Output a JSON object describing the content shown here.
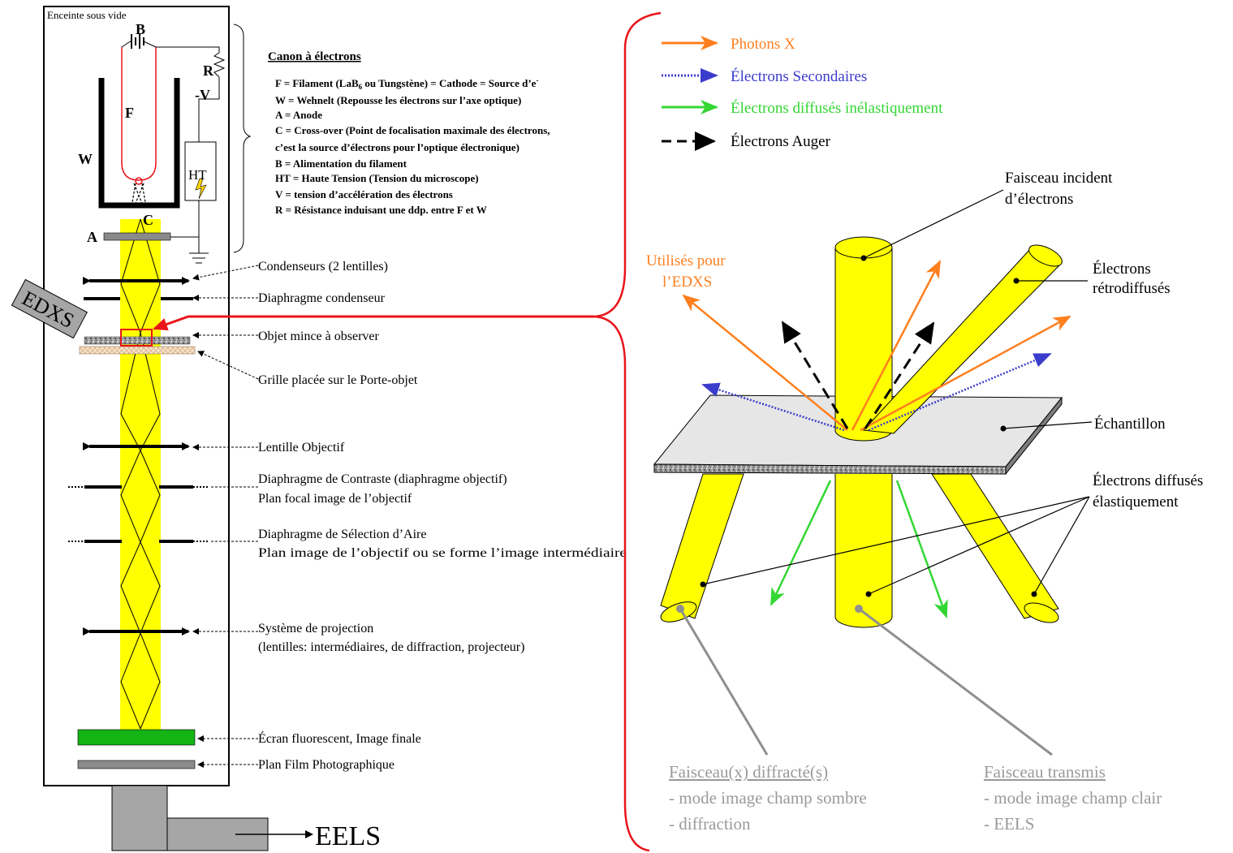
{
  "left": {
    "enclosure_label": "Enceinte sous vide",
    "letters": {
      "B": "B",
      "R": "R",
      "V": "-V",
      "F": "F",
      "W": "W",
      "HT": "HT",
      "C": "C",
      "A": "A"
    },
    "edxs_box": "EDXS",
    "eels": "EELS",
    "gun": {
      "title": "Canon à électrons",
      "lines": [
        {
          "key": "F",
          "text": " = Filament (LaB",
          "sub": "6",
          "rest": " ou Tungstène) = Cathode = Source d’e",
          "sup": "-"
        },
        {
          "key": "W",
          "text": " = Wehnelt (Repousse les électrons sur l’axe optique)"
        },
        {
          "key": "A",
          "text": " = Anode"
        },
        {
          "key": "C",
          "text": " = Cross-over (Point de focalisation maximale des électrons,"
        },
        {
          "key": "",
          "text": "c’est la source d’électrons pour l’optique électronique)"
        },
        {
          "key": "B",
          "text": " = Alimentation du filament"
        },
        {
          "key": "HT",
          "text": " = Haute Tension (Tension du microscope)"
        },
        {
          "key": "V",
          "text": " = tension d’accélération des électrons"
        },
        {
          "key": "R",
          "text": " = Résistance induisant une ddp. entre F et W"
        }
      ]
    },
    "components": [
      "Condenseurs (2 lentilles)",
      "Diaphragme condenseur",
      "Objet mince à observer",
      "Grille placée sur le Porte-objet",
      "Lentille Objectif",
      "Diaphragme de Contraste (diaphragme objectif)",
      "Plan focal image de l’objectif",
      "Diaphragme de Sélection d’Aire",
      "Plan image de l’objectif ou se forme l’image intermédiaire",
      "Système de projection",
      "(lentilles: intermédiaires, de diffraction, projecteur)",
      "Écran fluorescent, Image finale",
      "Plan Film Photographique"
    ]
  },
  "right": {
    "legend": [
      {
        "label": "Photons X",
        "color": "#FF7F1E"
      },
      {
        "label": "Électrons Secondaires",
        "color": "#3C3CCC"
      },
      {
        "label": "Électrons diffusés inélastiquement",
        "color": "#33D633"
      },
      {
        "label": "Électrons Auger",
        "color": "#000000"
      }
    ],
    "labels": {
      "incident": [
        "Faisceau incident",
        "d’électrons"
      ],
      "backscattered": [
        "Électrons",
        "rétrodiffusés"
      ],
      "edxs": [
        "Utilisés pour",
        "l’EDXS"
      ],
      "sample": "Échantillon",
      "elastic": [
        "Électrons diffusés",
        "élastiquement"
      ]
    },
    "diffracted": {
      "title": "Faisceau(x) diffracté(s)",
      "lines": [
        "- mode image champ sombre",
        "- diffraction"
      ]
    },
    "transmitted": {
      "title": "Faisceau transmis",
      "lines": [
        "- mode image champ clair",
        "- EELS"
      ]
    }
  }
}
